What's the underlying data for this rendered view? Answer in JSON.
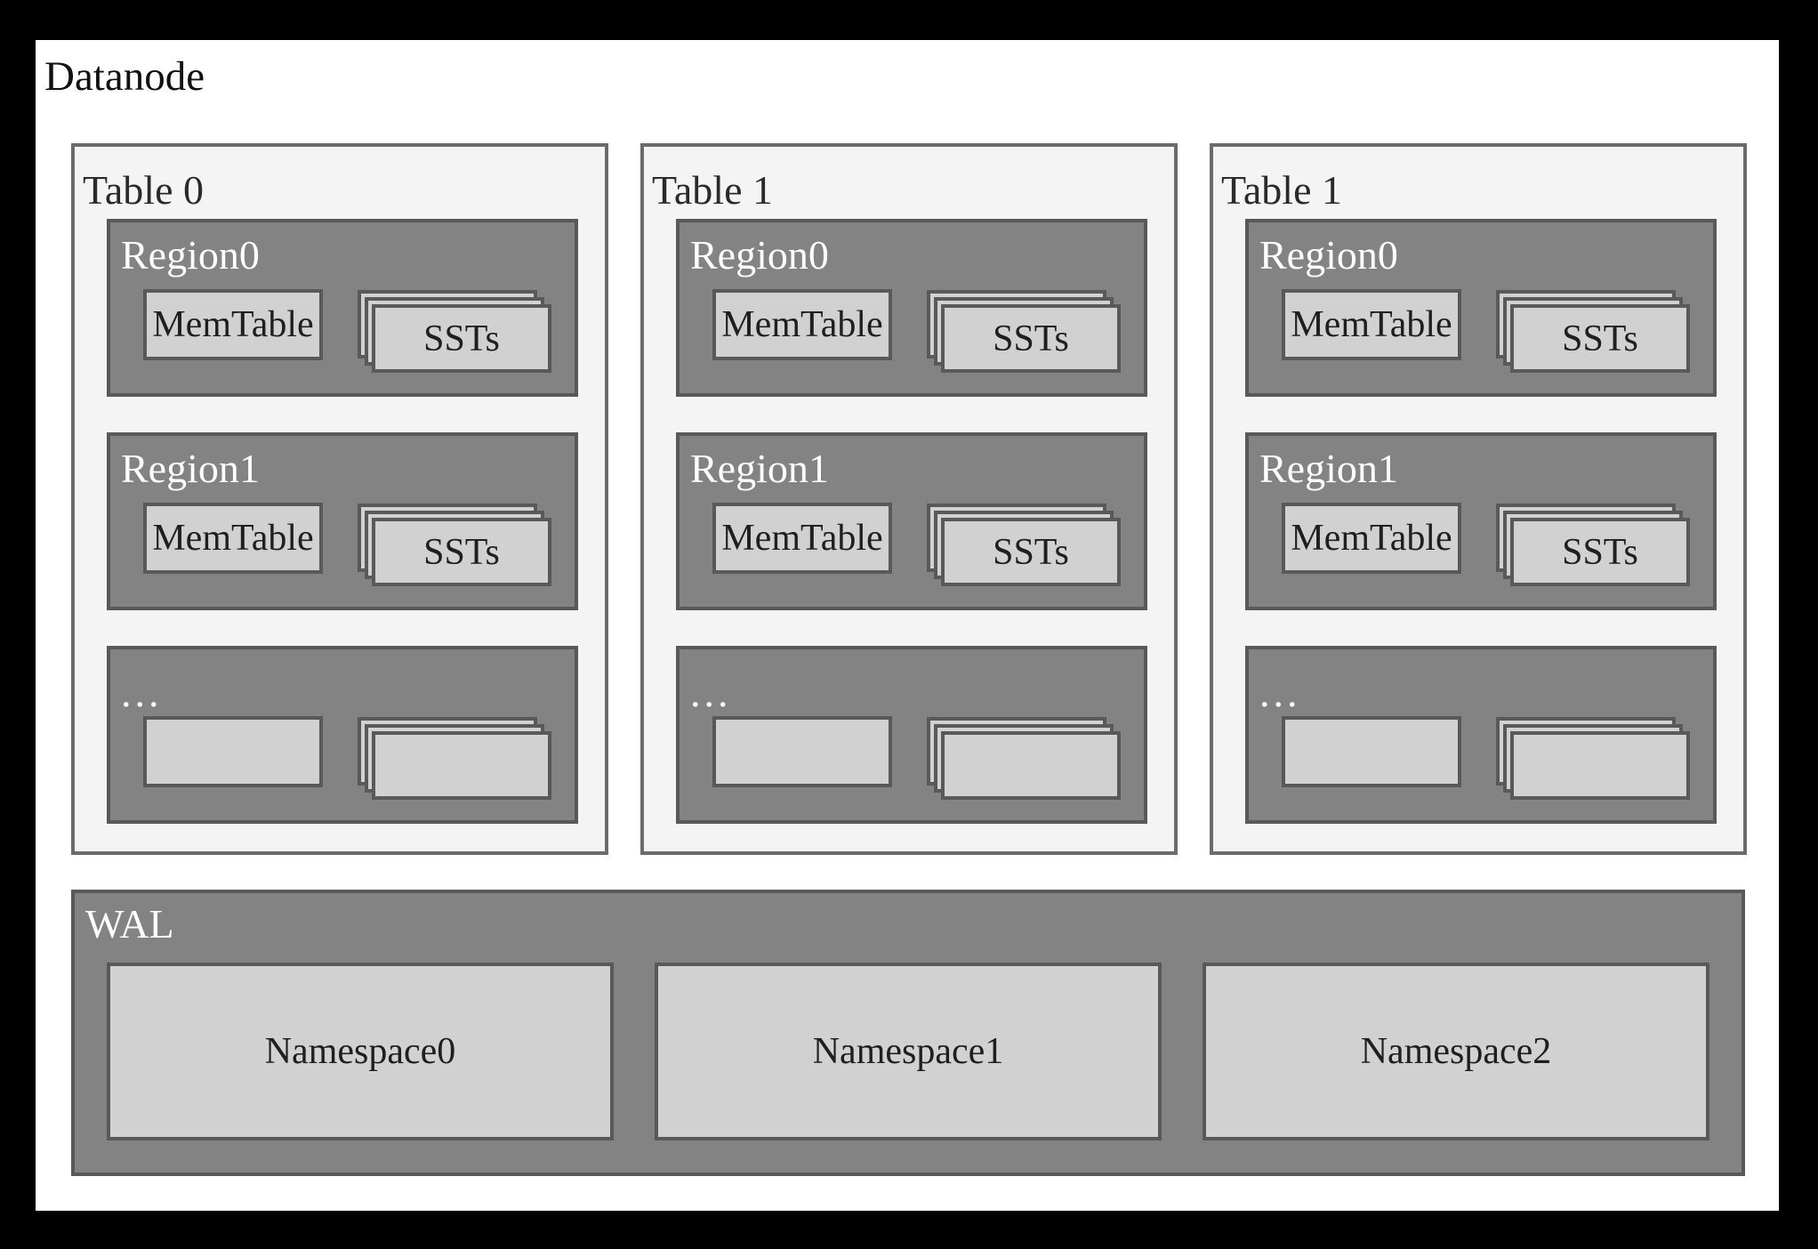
{
  "title": "Datanode",
  "tables": [
    {
      "title": "Table 0",
      "regions": [
        {
          "label": "Region0",
          "memtable": "MemTable",
          "ssts": "SSTs"
        },
        {
          "label": "Region1",
          "memtable": "MemTable",
          "ssts": "SSTs"
        },
        {
          "label": "...",
          "memtable": "",
          "ssts": ""
        }
      ]
    },
    {
      "title": "Table 1",
      "regions": [
        {
          "label": "Region0",
          "memtable": "MemTable",
          "ssts": "SSTs"
        },
        {
          "label": "Region1",
          "memtable": "MemTable",
          "ssts": "SSTs"
        },
        {
          "label": "...",
          "memtable": "",
          "ssts": ""
        }
      ]
    },
    {
      "title": "Table 1",
      "regions": [
        {
          "label": "Region0",
          "memtable": "MemTable",
          "ssts": "SSTs"
        },
        {
          "label": "Region1",
          "memtable": "MemTable",
          "ssts": "SSTs"
        },
        {
          "label": "...",
          "memtable": "",
          "ssts": ""
        }
      ]
    }
  ],
  "wal": {
    "label": "WAL",
    "namespaces": [
      "Namespace0",
      "Namespace1",
      "Namespace2"
    ]
  },
  "colors": {
    "frame": "#000000",
    "panel": "#ffffff",
    "title_text": "#111111",
    "table_fill": "#f4f4f4",
    "table_border": "#6b6b6b",
    "region_fill": "#838383",
    "region_border": "#595959",
    "box_fill": "#d1d1d1",
    "box_border": "#595959",
    "text_dark": "#1f1f1f",
    "text_light": "#ffffff"
  }
}
